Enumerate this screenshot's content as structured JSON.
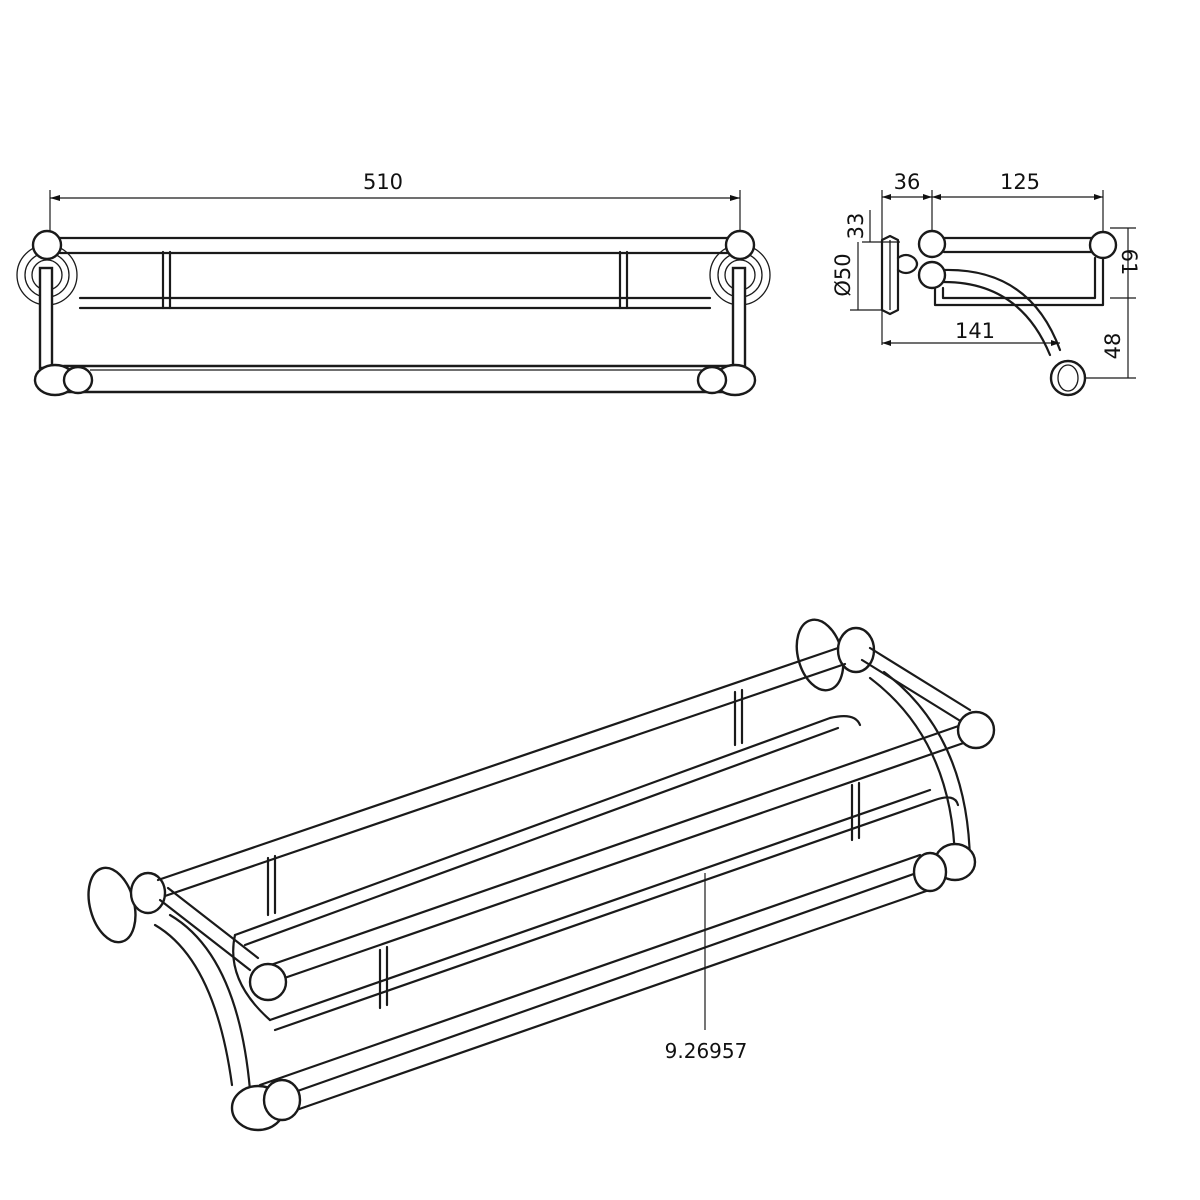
{
  "dimensions": {
    "width": "510",
    "side_a": "36",
    "side_b": "125",
    "height_top": "33",
    "diameter": "Ø50",
    "height_bracket": "61",
    "depth": "141",
    "drop": "48"
  },
  "product_code": "9.26957"
}
